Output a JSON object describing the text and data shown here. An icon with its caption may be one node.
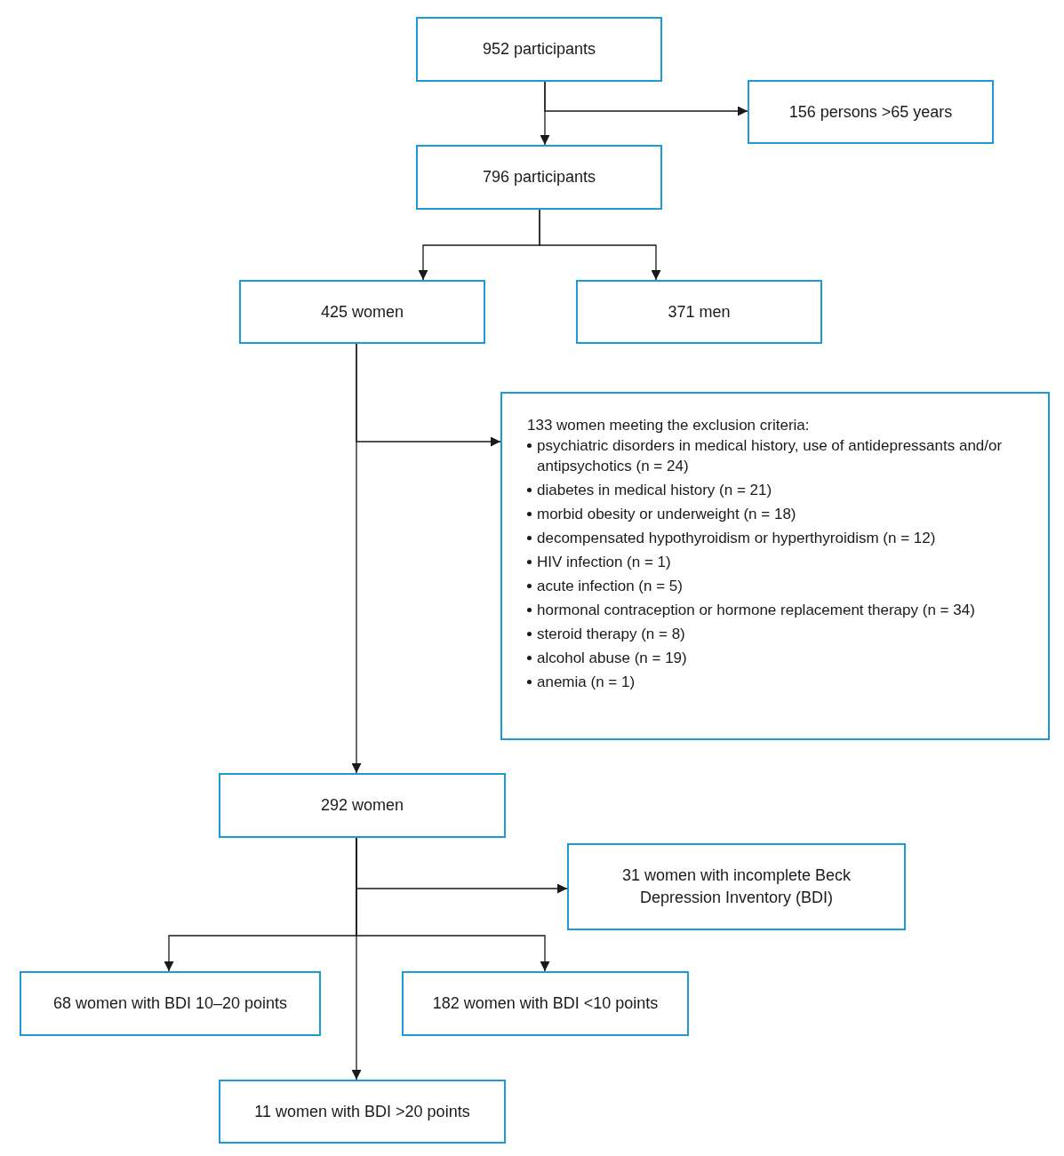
{
  "diagram": {
    "nodes": [
      {
        "text": [
          "952 participants"
        ]
      },
      {
        "text": [
          "156 persons >65 years"
        ]
      },
      {
        "text": [
          "796 participants"
        ]
      },
      {
        "text": [
          "425 women"
        ]
      },
      {
        "text": [
          "371 men"
        ]
      },
      {
        "text": [
          "133 women meeting the exclusion criteria:",
          "psychiatric disorders in medical history, use of antidepressants and/or antipsychotics (n = 24)",
          "diabetes in medical history (n = 21)",
          "morbid obesity or underweight (n = 18)",
          "decompensated hypothyroidism or hyperthyroidism (n = 12)",
          "HIV infection (n = 1)",
          "acute infection (n = 5)",
          "hormonal contraception or hormone replacement therapy (n = 34)",
          "steroid therapy (n = 8)",
          "alcohol abuse (n = 19)",
          "anemia (n = 1)"
        ]
      },
      {
        "text": [
          "292 women"
        ]
      },
      {
        "text": [
          "31 women with incomplete Beck Depression Inventory (BDI)"
        ]
      },
      {
        "text": [
          "68 women with BDI 10–20 points"
        ]
      },
      {
        "text": [
          "182 women with BDI <10 points"
        ]
      },
      {
        "text": [
          "11 women with BDI >20 points"
        ]
      }
    ],
    "edges": [
      {
        "from": 0,
        "to": 2,
        "arrow": "to"
      },
      {
        "from": 0,
        "to": 1,
        "arrow": "to"
      },
      {
        "from": 2,
        "to": 3,
        "arrow": "to"
      },
      {
        "from": 2,
        "to": 4,
        "arrow": "to"
      },
      {
        "from": 3,
        "to": 5,
        "arrow": "to"
      },
      {
        "from": 3,
        "to": 6,
        "arrow": "to"
      },
      {
        "from": 6,
        "to": 7,
        "arrow": "to"
      },
      {
        "from": 6,
        "to": 8,
        "arrow": "to"
      },
      {
        "from": 6,
        "to": 9,
        "arrow": "to"
      },
      {
        "from": 6,
        "to": 10,
        "arrow": "to"
      }
    ]
  }
}
